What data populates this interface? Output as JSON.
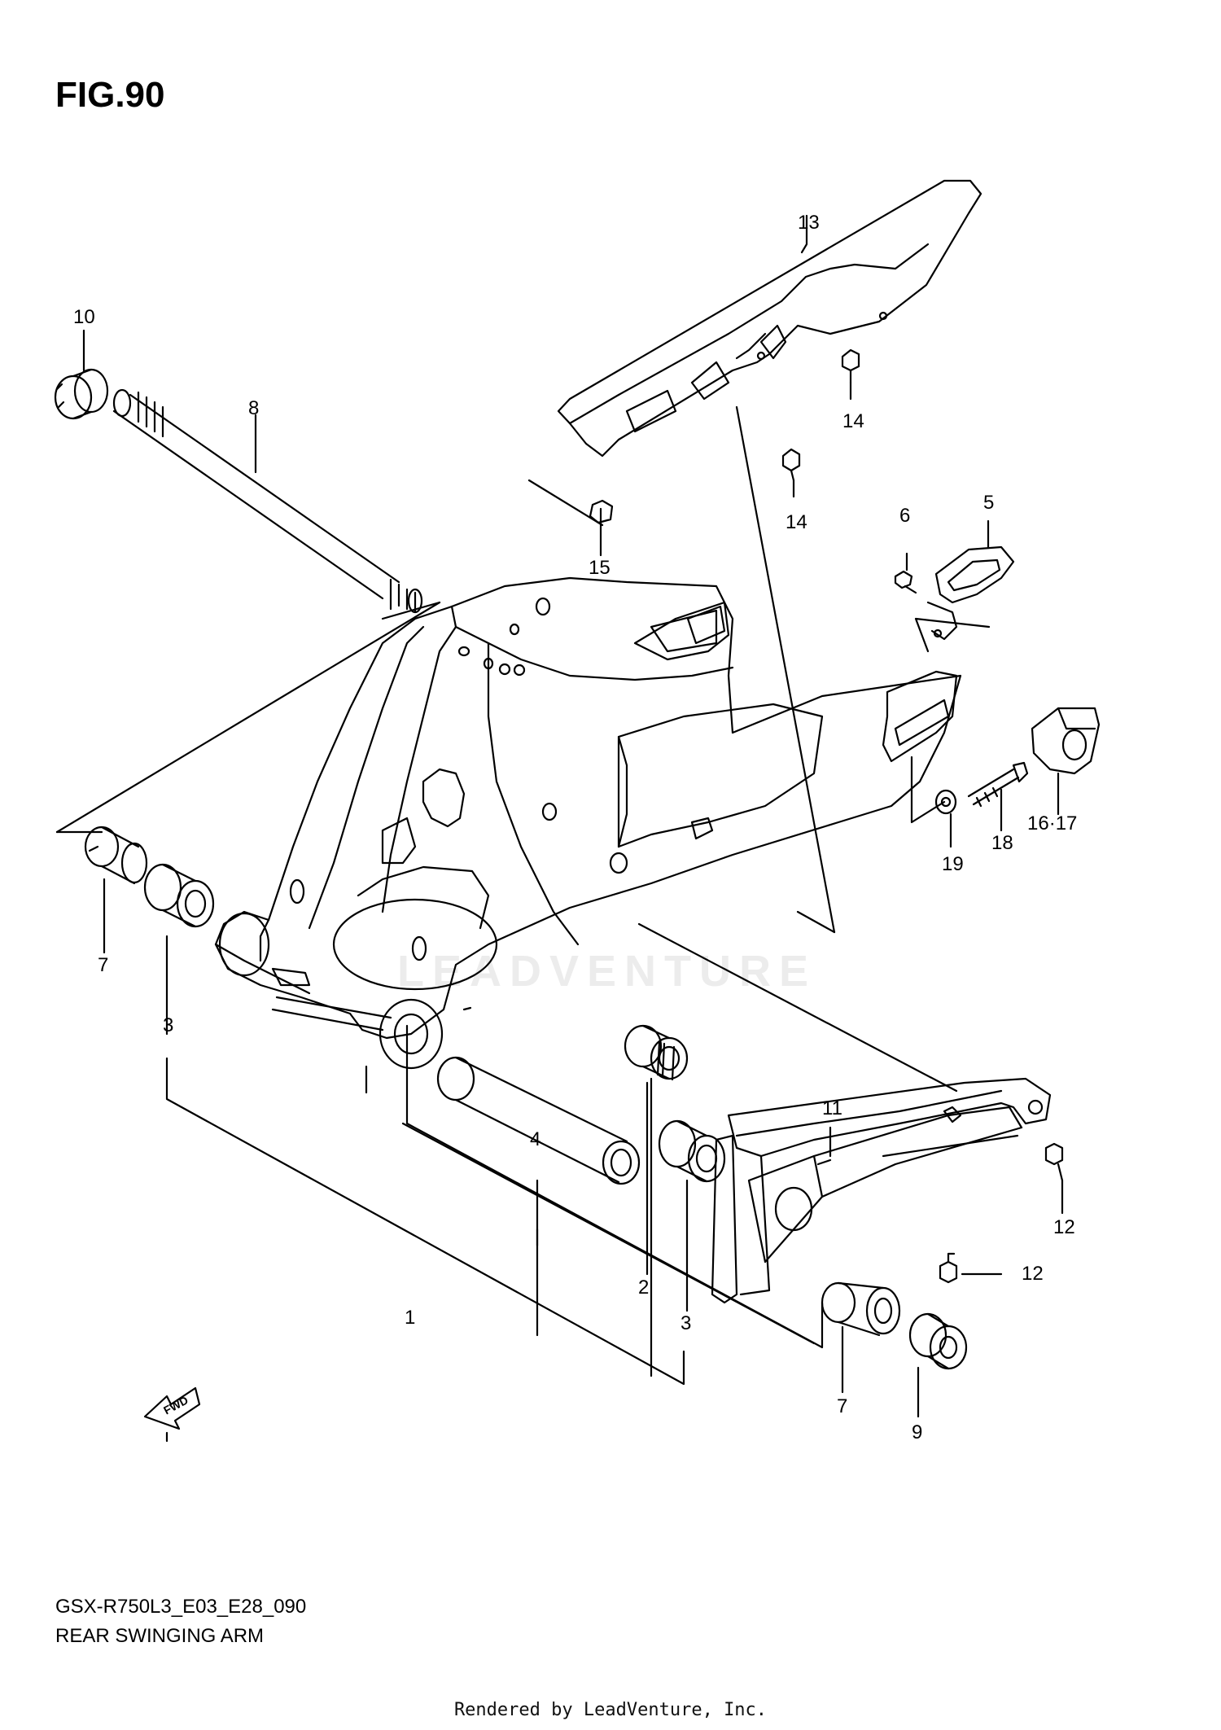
{
  "figure": {
    "title": "FIG.90",
    "model_code": "GSX-R750L3_E03_E28_090",
    "section_name": "REAR SWINGING ARM",
    "render_credit": "Rendered by LeadVenture, Inc.",
    "watermark_text": "LEADVENTURE"
  },
  "callouts": [
    {
      "id": "c13",
      "text": "13"
    },
    {
      "id": "c10",
      "text": "10"
    },
    {
      "id": "c8",
      "text": "8"
    },
    {
      "id": "c14a",
      "text": "14"
    },
    {
      "id": "c14b",
      "text": "14"
    },
    {
      "id": "c6",
      "text": "6"
    },
    {
      "id": "c5",
      "text": "5"
    },
    {
      "id": "c15",
      "text": "15"
    },
    {
      "id": "c1617",
      "text": "16·17"
    },
    {
      "id": "c18",
      "text": "18"
    },
    {
      "id": "c19",
      "text": "19"
    },
    {
      "id": "c7a",
      "text": "7"
    },
    {
      "id": "c3a",
      "text": "3"
    },
    {
      "id": "c11",
      "text": "11"
    },
    {
      "id": "c12a",
      "text": "12"
    },
    {
      "id": "c12b",
      "text": "12"
    },
    {
      "id": "c4",
      "text": "4"
    },
    {
      "id": "c2",
      "text": "2"
    },
    {
      "id": "c3b",
      "text": "3"
    },
    {
      "id": "c1",
      "text": "1"
    },
    {
      "id": "c7b",
      "text": "7"
    },
    {
      "id": "c9",
      "text": "9"
    }
  ],
  "fwd_arrow": {
    "text": "FWD"
  },
  "colors": {
    "ink": "#000000",
    "paper": "#ffffff"
  }
}
